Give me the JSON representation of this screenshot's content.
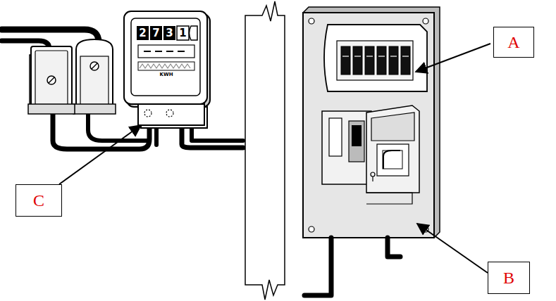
{
  "diagram": {
    "nodes": [
      {
        "text": [
          "A"
        ]
      },
      {
        "text": [
          "B"
        ]
      },
      {
        "text": [
          "C"
        ]
      }
    ],
    "labels": [
      "2",
      "7",
      "3",
      "1",
      "KWH"
    ]
  }
}
